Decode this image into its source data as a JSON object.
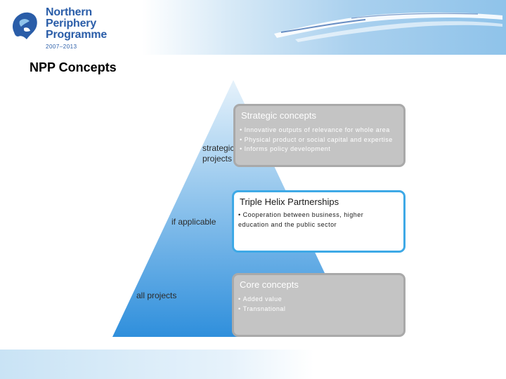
{
  "header": {
    "logo_lines": [
      "Northern",
      "Periphery",
      "Programme"
    ],
    "logo_years": "2007–2013"
  },
  "page_title": "NPP Concepts",
  "levels": [
    {
      "side_label_lines": [
        "strategic",
        "projects"
      ],
      "box_title": "Strategic concepts",
      "bullets": [
        "Innovative outputs of relevance for whole area",
        "Physical product or social capital and expertise",
        "Informs policy development"
      ]
    },
    {
      "side_label_lines": [
        "if applicable"
      ],
      "box_title": "Triple Helix Partnerships",
      "bullets": [
        "Cooperation between business, higher education and the public sector"
      ]
    },
    {
      "side_label_lines": [
        "all projects"
      ],
      "box_title": "Core concepts",
      "bullets": [
        "Added value",
        "Transnational"
      ]
    }
  ],
  "colors": {
    "brand_blue": "#2a5da8",
    "pyramid_top": "#e6f2fb",
    "pyramid_bottom": "#2f8fdc",
    "highlight_border": "#3ea9e6",
    "box_grey": "#c4c4c4"
  }
}
